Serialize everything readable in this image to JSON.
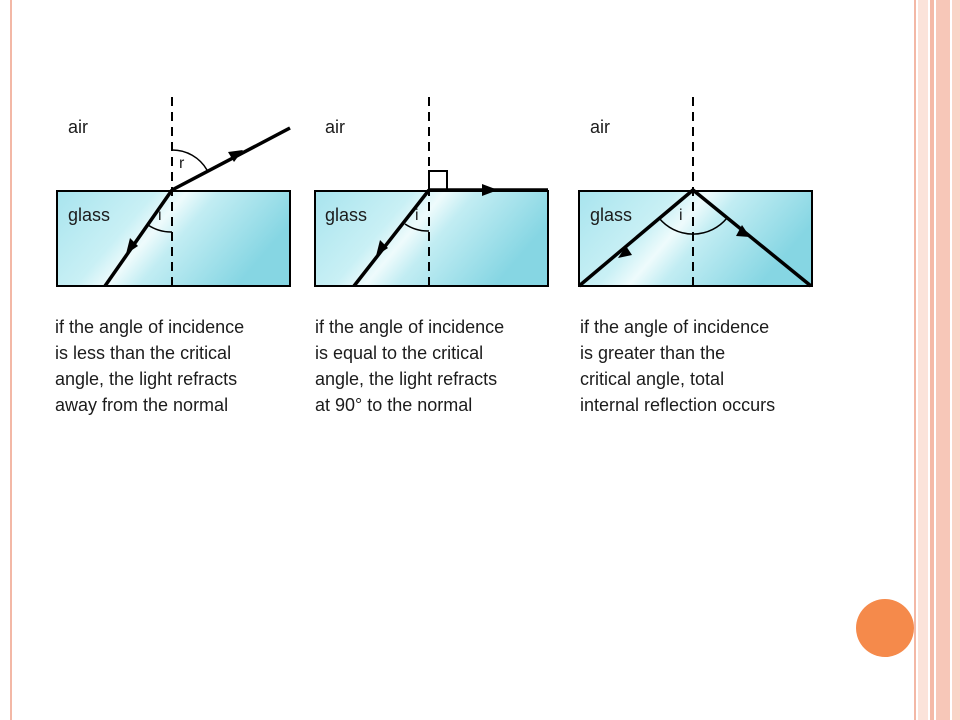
{
  "colors": {
    "glass_light": "#eaf9fb",
    "glass_mid": "#a8e4ee",
    "glass_dark": "#7fd3e1",
    "ray": "#000000",
    "accent": "#f58a4b",
    "border": "#f3b8a6"
  },
  "panels": [
    {
      "air_label": "air",
      "glass_label": "glass",
      "angle_i_label": "i",
      "angle_r_label": "r",
      "caption": [
        "if the angle of incidence",
        "is less than the critical",
        "angle, the light refracts",
        "away from the normal"
      ]
    },
    {
      "air_label": "air",
      "glass_label": "glass",
      "angle_i_label": "i",
      "caption": [
        "if the angle of incidence",
        "is equal to the critical",
        "angle, the light refracts",
        "at 90° to the normal"
      ]
    },
    {
      "air_label": "air",
      "glass_label": "glass",
      "angle_i_label": "i",
      "caption": [
        "if the angle of incidence",
        "is greater than the",
        "critical angle, total",
        "internal reflection occurs"
      ]
    }
  ]
}
